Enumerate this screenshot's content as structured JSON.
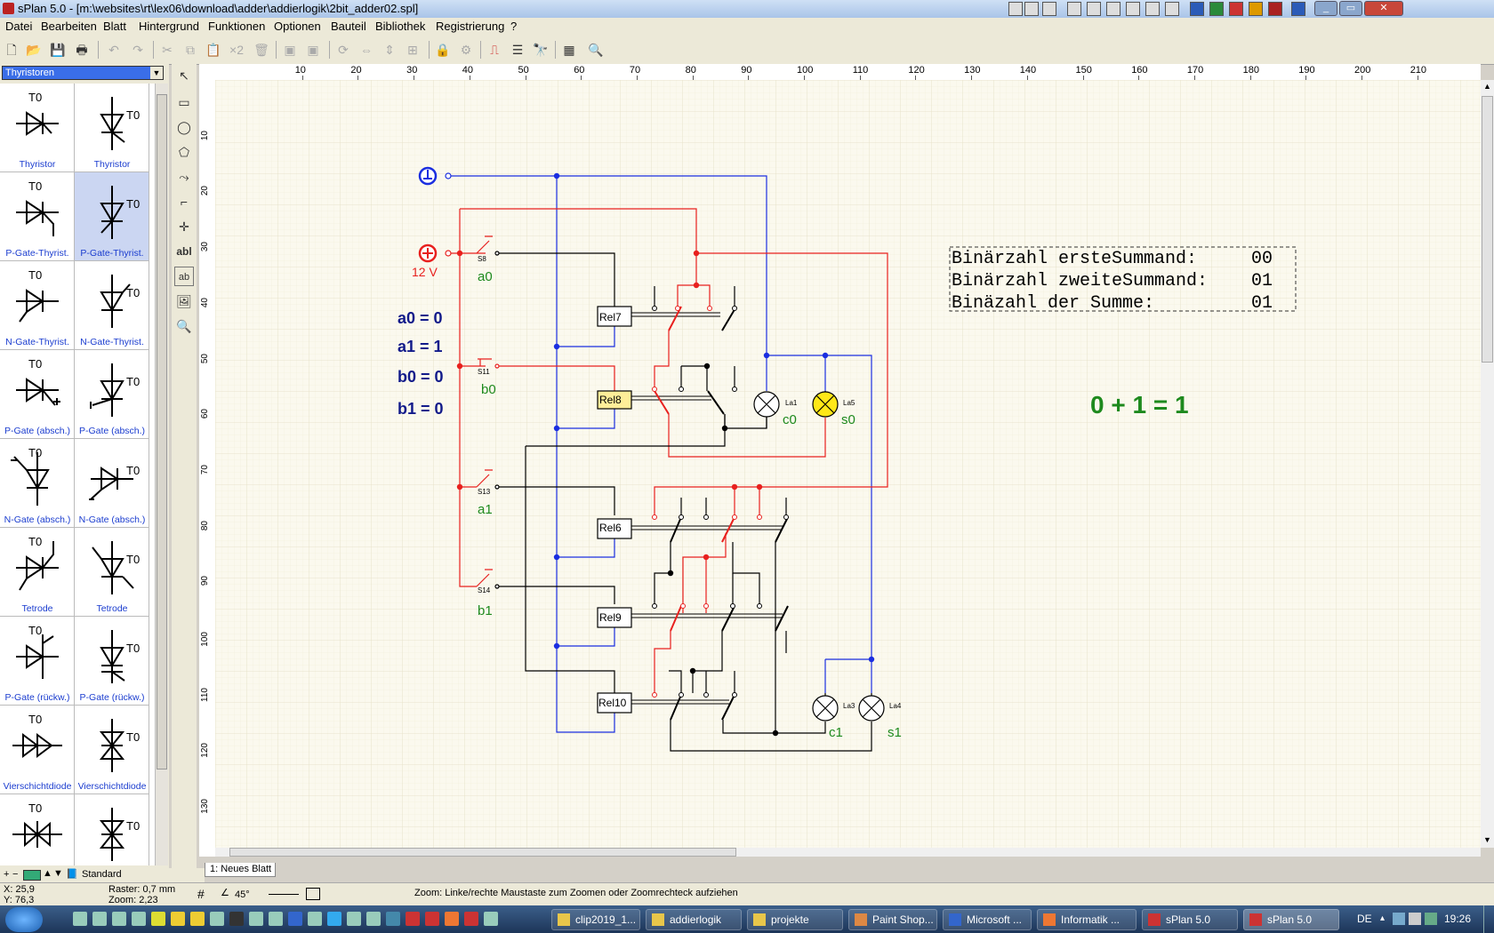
{
  "window": {
    "title": "sPlan 5.0 - [m:\\websites\\rt\\lex06\\download\\adder\\addierlogik\\2bit_adder02.spl]"
  },
  "menu": [
    "Datei",
    "Bearbeiten",
    "Blatt",
    "Hintergrund",
    "Funktionen",
    "Optionen",
    "Bauteil",
    "Bibliothek",
    "Registrierung",
    "?"
  ],
  "library": {
    "selected_category": "Thyristoren",
    "items": [
      {
        "label": "Thyristor",
        "tag": "T0"
      },
      {
        "label": "Thyristor",
        "tag": "T0"
      },
      {
        "label": "P-Gate-Thyrist.",
        "tag": "T0"
      },
      {
        "label": "P-Gate-Thyrist.",
        "tag": "T0"
      },
      {
        "label": "N-Gate-Thyrist.",
        "tag": "T0"
      },
      {
        "label": "N-Gate-Thyrist.",
        "tag": "T0"
      },
      {
        "label": "P-Gate (absch.)",
        "tag": "T0"
      },
      {
        "label": "P-Gate (absch.)",
        "tag": "T0"
      },
      {
        "label": "N-Gate (absch.)",
        "tag": "T0"
      },
      {
        "label": "N-Gate (absch.)",
        "tag": "T0"
      },
      {
        "label": "Tetrode",
        "tag": "T0"
      },
      {
        "label": "Tetrode",
        "tag": "T0"
      },
      {
        "label": "P-Gate (rückw.)",
        "tag": "T0"
      },
      {
        "label": "P-Gate (rückw.)",
        "tag": "T0"
      },
      {
        "label": "Vierschichtdiode",
        "tag": "T0"
      },
      {
        "label": "Vierschichtdiode",
        "tag": "T0"
      },
      {
        "label": "",
        "tag": "T0"
      },
      {
        "label": "",
        "tag": "T0"
      }
    ],
    "footer_label": "Standard"
  },
  "ruler": {
    "top": [
      "10",
      "20",
      "30",
      "40",
      "50",
      "60",
      "70",
      "80",
      "90",
      "100",
      "110",
      "120",
      "130",
      "140",
      "150",
      "160",
      "170",
      "180",
      "190",
      "200",
      "210"
    ],
    "left": [
      "10",
      "20",
      "30",
      "40",
      "50",
      "60",
      "70",
      "80",
      "90",
      "100",
      "110",
      "120",
      "130"
    ]
  },
  "schematic": {
    "supply_label": "12 V",
    "switches": [
      {
        "ref": "S8",
        "name": "a0"
      },
      {
        "ref": "S11",
        "name": "b0"
      },
      {
        "ref": "S13",
        "name": "a1"
      },
      {
        "ref": "S14",
        "name": "b1"
      }
    ],
    "relays": [
      "Rel7",
      "Rel8",
      "Rel6",
      "Rel9",
      "Rel10"
    ],
    "lamps": [
      {
        "ref": "La1",
        "name": "c0"
      },
      {
        "ref": "La5",
        "name": "s0"
      },
      {
        "ref": "La3",
        "name": "c1"
      },
      {
        "ref": "La4",
        "name": "s1"
      }
    ],
    "inputs": [
      "a0 = 0",
      "a1 = 1",
      "b0 = 0",
      "b1 = 0"
    ],
    "info_rows": [
      {
        "label": "Binärzahl ersteSummand:",
        "value": "00"
      },
      {
        "label": "Binärzahl zweiteSummand:",
        "value": "01"
      },
      {
        "label": "Binäzahl der Summe:",
        "value": "01"
      }
    ],
    "equation": "0 + 1 = 1"
  },
  "sheet_tab": "1: Neues Blatt",
  "status": {
    "x": "X: 25,9",
    "y": "Y: 76,3",
    "raster": "Raster: 0,7 mm",
    "zoom": "Zoom:   2,23",
    "angle": "45°",
    "hint": "Zoom: Linke/rechte Maustaste zum Zoomen oder Zoomrechteck aufziehen"
  },
  "taskbar": {
    "tasks": [
      "clip2019_1...",
      "addierlogik",
      "projekte",
      "Paint Shop...",
      "Microsoft ...",
      "Informatik ...",
      "sPlan 5.0",
      "sPlan 5.0"
    ],
    "lang": "DE",
    "clock": "19:26"
  },
  "colors": {
    "wire_red": "#e8201e",
    "wire_blue": "#1a2ee0",
    "wire_black": "#000000",
    "label_green": "#1e8a1e",
    "label_navy": "#111a8a"
  }
}
